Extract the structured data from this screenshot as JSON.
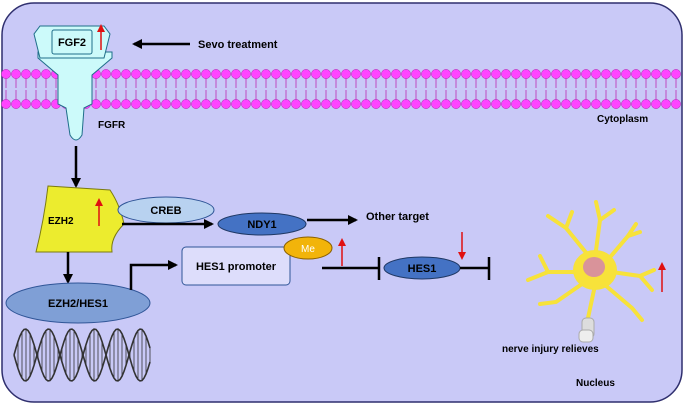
{
  "labels": {
    "fgf2": "FGF2",
    "sevo_treatment": "Sevo treatment",
    "fgfr": "FGFR",
    "cytoplasm": "Cytoplasm",
    "ezh2": "EZH2",
    "creb": "CREB",
    "ndy1": "NDY1",
    "other_target": "Other target",
    "hes1_promoter": "HES1 promoter",
    "me": "Me",
    "hes1": "HES1",
    "ezh2_hes1": "EZH2/HES1",
    "nerve_injury": "nerve injury relieves",
    "nucleus": "Nucleus"
  },
  "colors": {
    "cell_fill": "#c9c9f7",
    "cell_stroke": "#2f2f6e",
    "lipid_head": "#ff44ff",
    "ezh2": "#ecec2e",
    "fgf_receptor": "#ccfafa",
    "blue_oval": "#4472c4",
    "up_arrow": "#e01010",
    "me_fill": "#f2b40a",
    "neuron": "#f7e23a",
    "nucleus_spot": "#d9939a"
  },
  "indicators": {
    "fgf2": "up",
    "ezh2": "up",
    "methylation": "up",
    "hes1": "down",
    "nerve_injury": "up"
  }
}
